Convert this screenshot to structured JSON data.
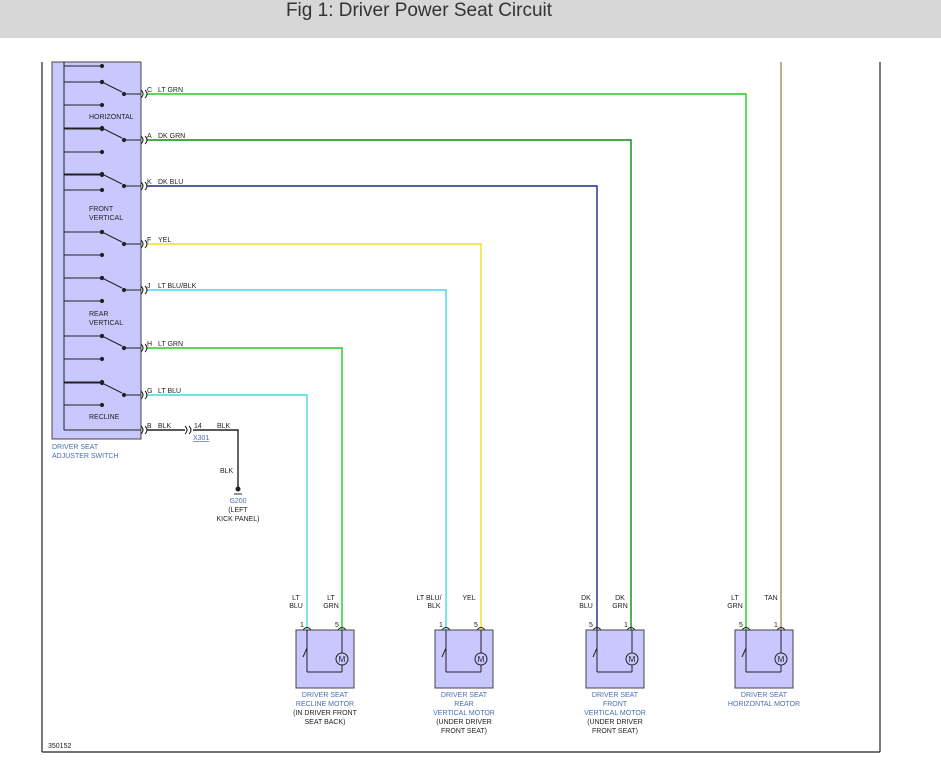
{
  "title": "Fig 1: Driver Power Seat Circuit",
  "colors": {
    "lt_grn": "#22cc22",
    "dk_grn": "#118811",
    "dk_blu": "#1a2a8c",
    "yel": "#f0e020",
    "lt_blu": "#44d8e6",
    "blk": "#222222",
    "tan": "#a68a5c",
    "component_fill": "#c8c8ff",
    "blue_label": "#4a6fb0"
  },
  "switch": {
    "label_line1": "DRIVER SEAT",
    "label_line2": "ADJUSTER SWITCH",
    "sections": {
      "horizontal": "HORIZONTAL",
      "front_line1": "FRONT",
      "front_line2": "VERTICAL",
      "rear_line1": "REAR",
      "rear_line2": "VERTICAL",
      "recline": "RECLINE"
    }
  },
  "circuits": [
    {
      "pin": "C",
      "wire": "LT GRN"
    },
    {
      "pin": "A",
      "wire": "DK GRN"
    },
    {
      "pin": "K",
      "wire": "DK BLU"
    },
    {
      "pin": "F",
      "wire": "YEL"
    },
    {
      "pin": "J",
      "wire": "LT BLU/BLK"
    },
    {
      "pin": "H",
      "wire": "LT GRN"
    },
    {
      "pin": "G",
      "wire": "LT BLU"
    },
    {
      "pin": "B",
      "wire": "BLK"
    }
  ],
  "ground": {
    "connector_pin": "14",
    "connector_wire": "BLK",
    "connector_name": "X301",
    "wire_label": "BLK",
    "ground_name": "G200",
    "location_line1": "(LEFT",
    "location_line2": "KICK PANEL)"
  },
  "motors": [
    {
      "pin_left": "1",
      "pin_right": "5",
      "wire_left_1": "LT",
      "wire_left_2": "BLU",
      "wire_right_1": "LT",
      "wire_right_2": "GRN",
      "name_lines": [
        "DRIVER SEAT",
        "RECLINE MOTOR"
      ],
      "loc_lines": [
        "(IN DRIVER FRONT",
        "SEAT BACK)"
      ]
    },
    {
      "pin_left": "1",
      "pin_right": "5",
      "wire_left_1": "LT BLU/",
      "wire_left_2": "BLK",
      "wire_right_1": "YEL",
      "wire_right_2": "",
      "name_lines": [
        "DRIVER SEAT",
        "REAR",
        "VERTICAL MOTOR"
      ],
      "loc_lines": [
        "(UNDER DRIVER",
        "FRONT SEAT)"
      ]
    },
    {
      "pin_left": "5",
      "pin_right": "1",
      "wire_left_1": "DK",
      "wire_left_2": "BLU",
      "wire_right_1": "DK",
      "wire_right_2": "GRN",
      "name_lines": [
        "DRIVER SEAT",
        "FRONT",
        "VERTICAL MOTOR"
      ],
      "loc_lines": [
        "(UNDER DRIVER",
        "FRONT SEAT)"
      ]
    },
    {
      "pin_left": "5",
      "pin_right": "1",
      "wire_left_1": "LT",
      "wire_left_2": "GRN",
      "wire_right_1": "TAN",
      "wire_right_2": "",
      "name_lines": [
        "DRIVER SEAT",
        "HORIZONTAL MOTOR"
      ],
      "loc_lines": []
    }
  ],
  "motor_symbol": "M",
  "figure_id": "350152"
}
